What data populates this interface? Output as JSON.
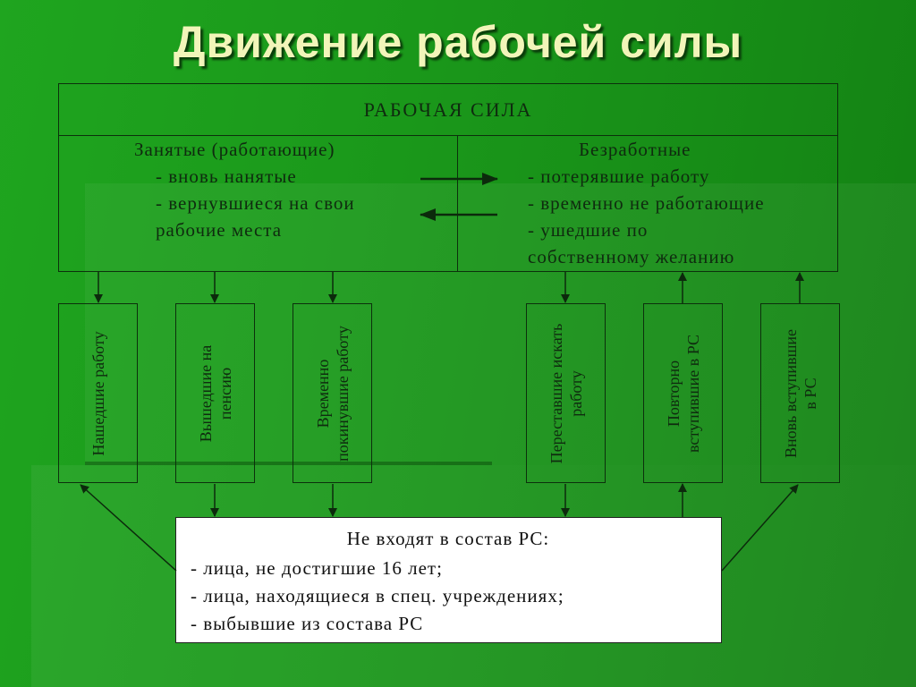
{
  "title": "Движение рабочей силы",
  "header": "РАБОЧАЯ СИЛА",
  "employed": {
    "heading": "Занятые (работающие)",
    "items": [
      "- вновь нанятые",
      "- вернувшиеся на свои",
      "рабочие места"
    ]
  },
  "unemployed": {
    "heading": "Безработные",
    "items": [
      "- потерявшие работу",
      "- временно не работающие",
      "- ушедшие по",
      "собственному желанию"
    ]
  },
  "flows": [
    {
      "line1": "Нашедшие работу",
      "line2": ""
    },
    {
      "line1": "Вышедшие на",
      "line2": "пенсию"
    },
    {
      "line1": "Временно",
      "line2": "покинувшие работу"
    },
    {
      "line1": "Переставшие искать",
      "line2": "работу"
    },
    {
      "line1": "Повторно",
      "line2": "вступившие в РС"
    },
    {
      "line1": "Вновь вступившие",
      "line2": "в РС"
    }
  ],
  "not_included": {
    "heading": "Не входят в состав РС:",
    "items": [
      "- лица, не достигшие 16 лет;",
      "- лица, находящиеся в спец. учреждениях;",
      "- выбывшие из состава РС"
    ]
  },
  "colors": {
    "background": "#1b9a1b",
    "title": "#f2f5b9",
    "lines": "#0c300c",
    "note_bg": "#ffffff"
  }
}
